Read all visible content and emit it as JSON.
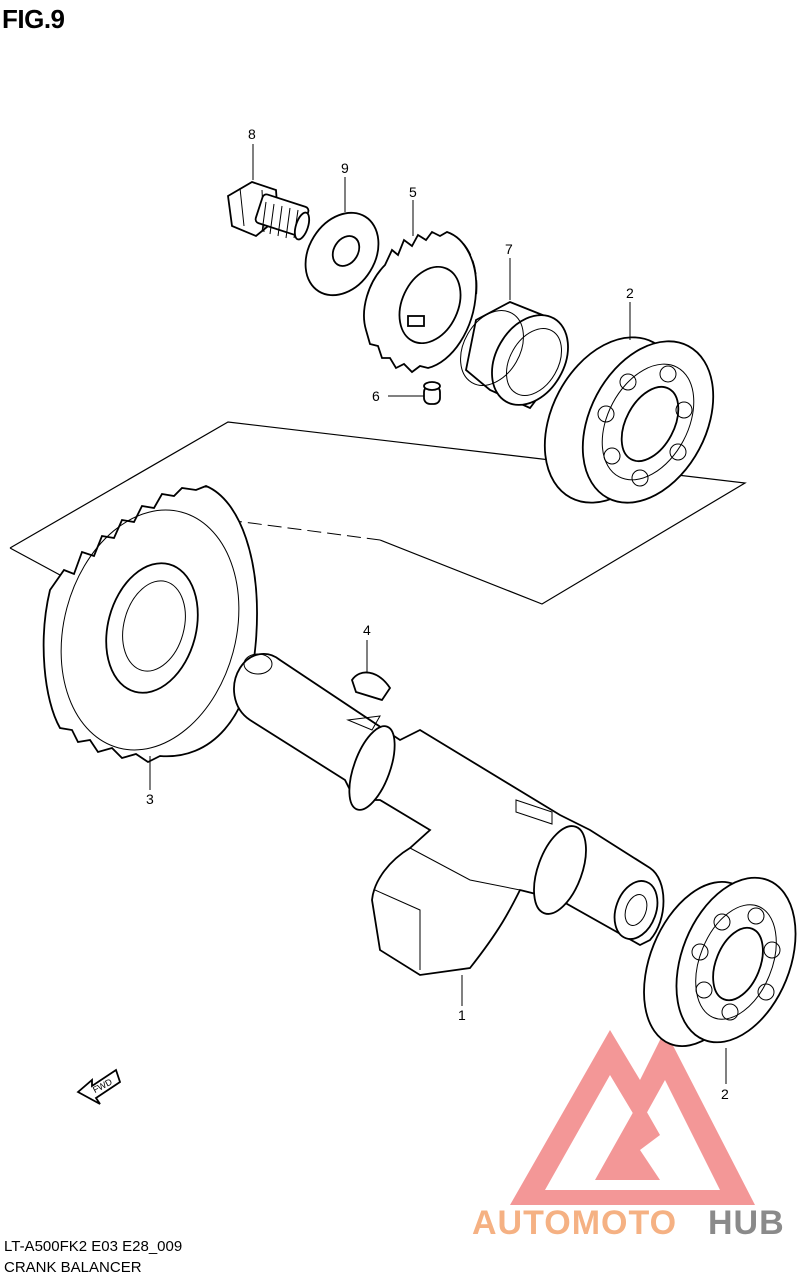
{
  "figure": {
    "title": "FIG.9"
  },
  "caption": {
    "model_code": "LT-A500FK2 E03 E28_009",
    "name": "CRANK BALANCER"
  },
  "callouts": {
    "c1": "1",
    "c2a": "2",
    "c2b": "2",
    "c3": "3",
    "c4": "4",
    "c5": "5",
    "c6": "6",
    "c7": "7",
    "c8": "8",
    "c9": "9"
  },
  "fwd_label": "FWD",
  "watermark": {
    "part1": "AUTOMOTO",
    "part2": "HUB",
    "color1": "#f5b183",
    "color2": "#8a8a8a",
    "logo_color": "#f28585"
  }
}
